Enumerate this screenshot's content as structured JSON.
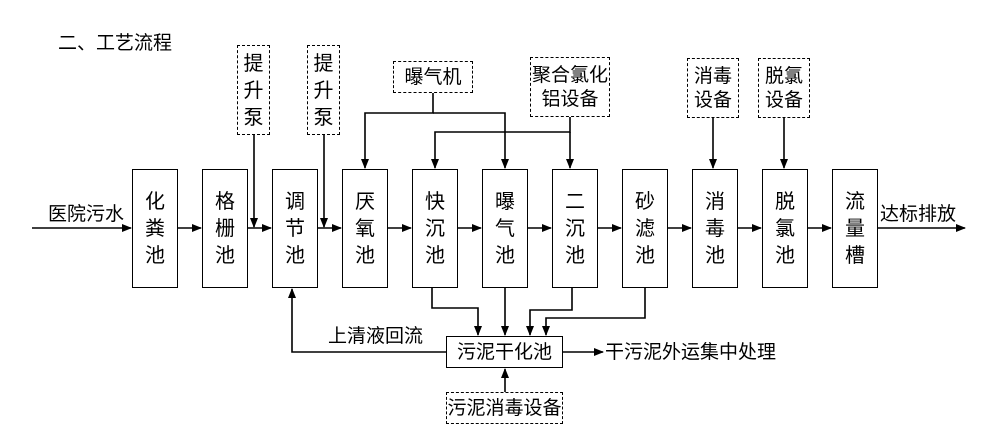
{
  "title": "二、工艺流程",
  "input_label": "医院污水",
  "output_label": "达标排放",
  "process_units": [
    "化粪池",
    "格栅池",
    "调节池",
    "厌氧池",
    "快沉池",
    "曝气池",
    "二沉池",
    "砂滤池",
    "消毒池",
    "脱氯池",
    "流量槽"
  ],
  "equipment": {
    "pump1": "提升泵",
    "pump2": "提升泵",
    "blower": "曝气机",
    "pac": "聚合氯化铝设备",
    "disinfection": "消毒设备",
    "dechlorination": "脱氯设备",
    "sludge_disinfection": "污泥消毒设备"
  },
  "sludge_tank": "污泥干化池",
  "return_label": "上清液回流",
  "sludge_out_label": "干污泥外运集中处理"
}
